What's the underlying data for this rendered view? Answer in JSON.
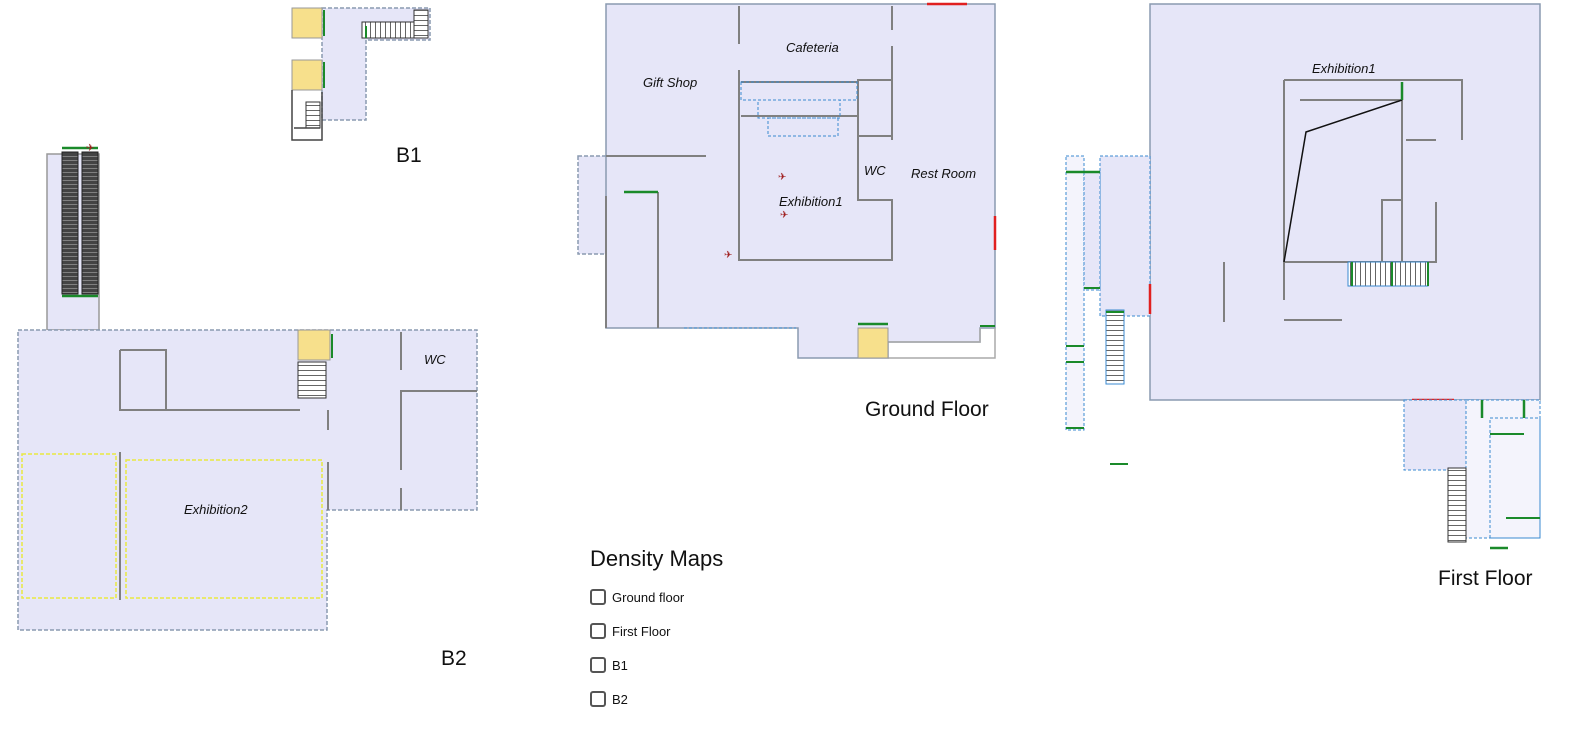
{
  "rooms": {
    "cafeteria": "Cafeteria",
    "gift_shop": "Gift Shop",
    "wc_ground": "WC",
    "rest_room": "Rest Room",
    "exhibition1_ground": "Exhibition1",
    "exhibition1_first": "Exhibition1",
    "wc_b2": "WC",
    "exhibition2": "Exhibition2"
  },
  "floors": {
    "b1": "B1",
    "b2": "B2",
    "ground": "Ground Floor",
    "first": "First Floor"
  },
  "legend": {
    "title": "Density Maps",
    "options": [
      "Ground floor",
      "First Floor",
      "B1",
      "B2"
    ]
  },
  "colors": {
    "room_fill": "#e6e6f8",
    "wall": "#808080",
    "door_green": "#1a8a2a",
    "door_red": "#e02020",
    "elevator_yellow": "#f7e08c"
  }
}
